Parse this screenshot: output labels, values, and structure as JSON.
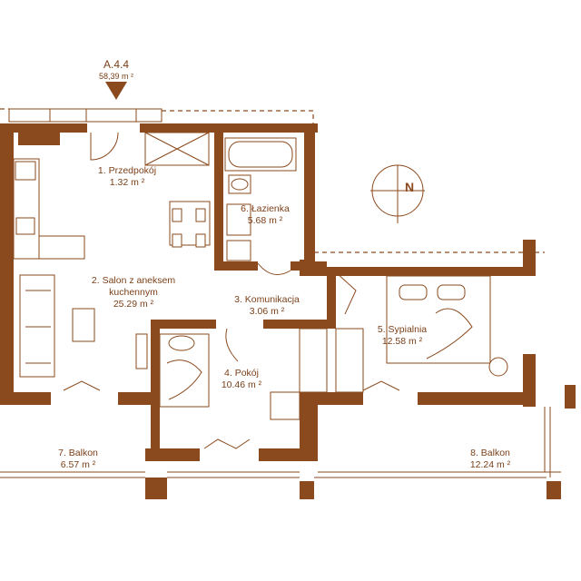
{
  "unit": {
    "code": "A.4.4",
    "area": "58,39 m ²"
  },
  "compass": {
    "label": "N"
  },
  "rooms": [
    {
      "id": "przedpokoj",
      "name": "1. Przedpokój",
      "area": "1.32 m ²"
    },
    {
      "id": "salon",
      "name": "2. Salon z aneksem",
      "name2": "kuchennym",
      "area": "25.29 m ²"
    },
    {
      "id": "komunikacja",
      "name": "3. Komunikacja",
      "area": "3.06 m ²"
    },
    {
      "id": "pokoj",
      "name": "4. Pokój",
      "area": "10.46 m ²"
    },
    {
      "id": "sypialnia",
      "name": "5. Sypialnia",
      "area": "12.58 m ²"
    },
    {
      "id": "lazienka",
      "name": "6. Łazienka",
      "area": "5.68 m ²"
    },
    {
      "id": "balkon7",
      "name": "7. Balkon",
      "area": "6.57 m ²"
    },
    {
      "id": "balkon8",
      "name": "8. Balkon",
      "area": "12.24 m ²"
    }
  ],
  "colors": {
    "wall": "#8b4a1e",
    "text": "#7a3f18",
    "background": "#ffffff"
  }
}
